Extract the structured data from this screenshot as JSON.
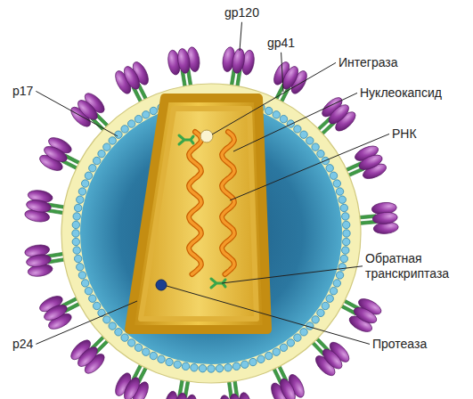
{
  "diagram": {
    "labels": [
      "gp120",
      "gp41",
      "p17",
      "Интеграза",
      "Нуклеокапсид",
      "РНК",
      "Обратная транскриптаза",
      "p24",
      "Протеаза"
    ]
  }
}
